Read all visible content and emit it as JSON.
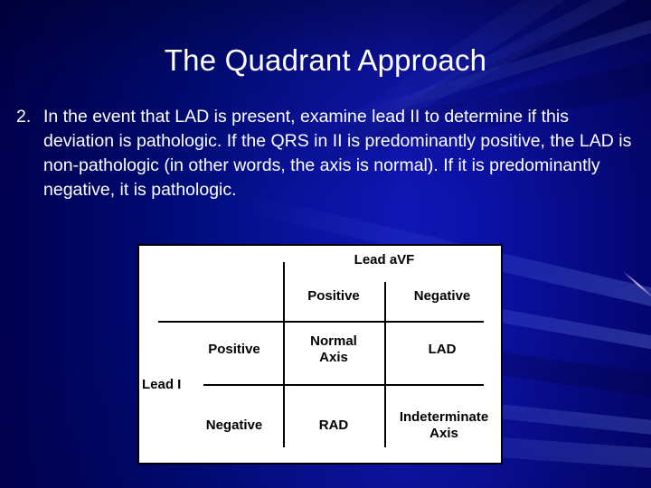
{
  "slide": {
    "title": "The Quadrant Approach",
    "background_color": "#0a13a0",
    "background_dark": "#000050",
    "text_color": "#ffffff"
  },
  "body": {
    "number": "2.",
    "text": "In the event that LAD is present, examine lead II to determine if this deviation is pathologic.  If the QRS in II is predominantly positive, the LAD is non-pathologic (in other words, the axis is normal).  If it is predominantly negative, it is pathologic."
  },
  "diagram": {
    "column_axis_label": "Lead aVF",
    "row_axis_label": "Lead I",
    "column_headers": [
      "Positive",
      "Negative"
    ],
    "row_headers": [
      "Positive",
      "Negative"
    ],
    "cells": {
      "positive_positive": "Normal\nAxis",
      "positive_negative": "LAD",
      "negative_positive": "RAD",
      "negative_negative": "Indeterminate\nAxis"
    },
    "border_color": "#000000",
    "fill_color": "#ffffff"
  }
}
